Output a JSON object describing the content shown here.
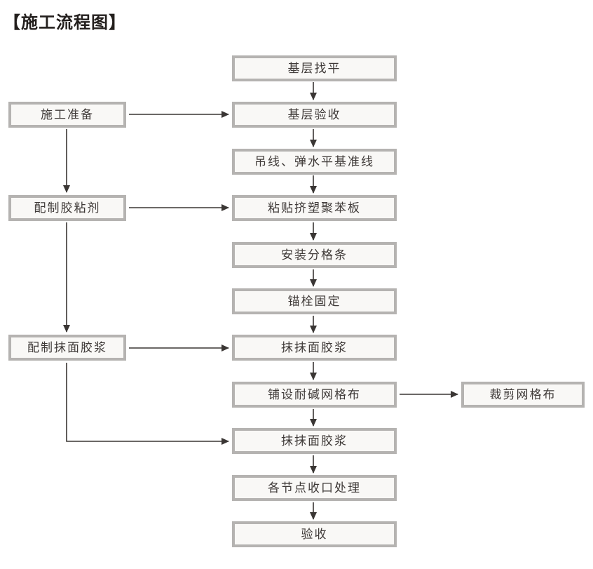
{
  "title": "【施工流程图】",
  "colors": {
    "title_color": "#231f1d",
    "text_color": "#3f3a38",
    "box_border": "#b5b3b1",
    "box_fill": "#f9f8f6",
    "arrow_color": "#3a3634",
    "background": "#ffffff"
  },
  "flow": {
    "main_steps": [
      "基层找平",
      "基层验收",
      "吊线、弹水平基准线",
      "粘贴挤塑聚苯板",
      "安装分格条",
      "锚栓固定",
      "抹抹面胶浆",
      "铺设耐碱网格布",
      "抹抹面胶浆",
      "各节点收口处理",
      "验收"
    ],
    "side_steps": [
      "施工准备",
      "配制胶粘剂",
      "配制抹面胶浆"
    ],
    "branch_steps": [
      "裁剪网格布"
    ]
  }
}
